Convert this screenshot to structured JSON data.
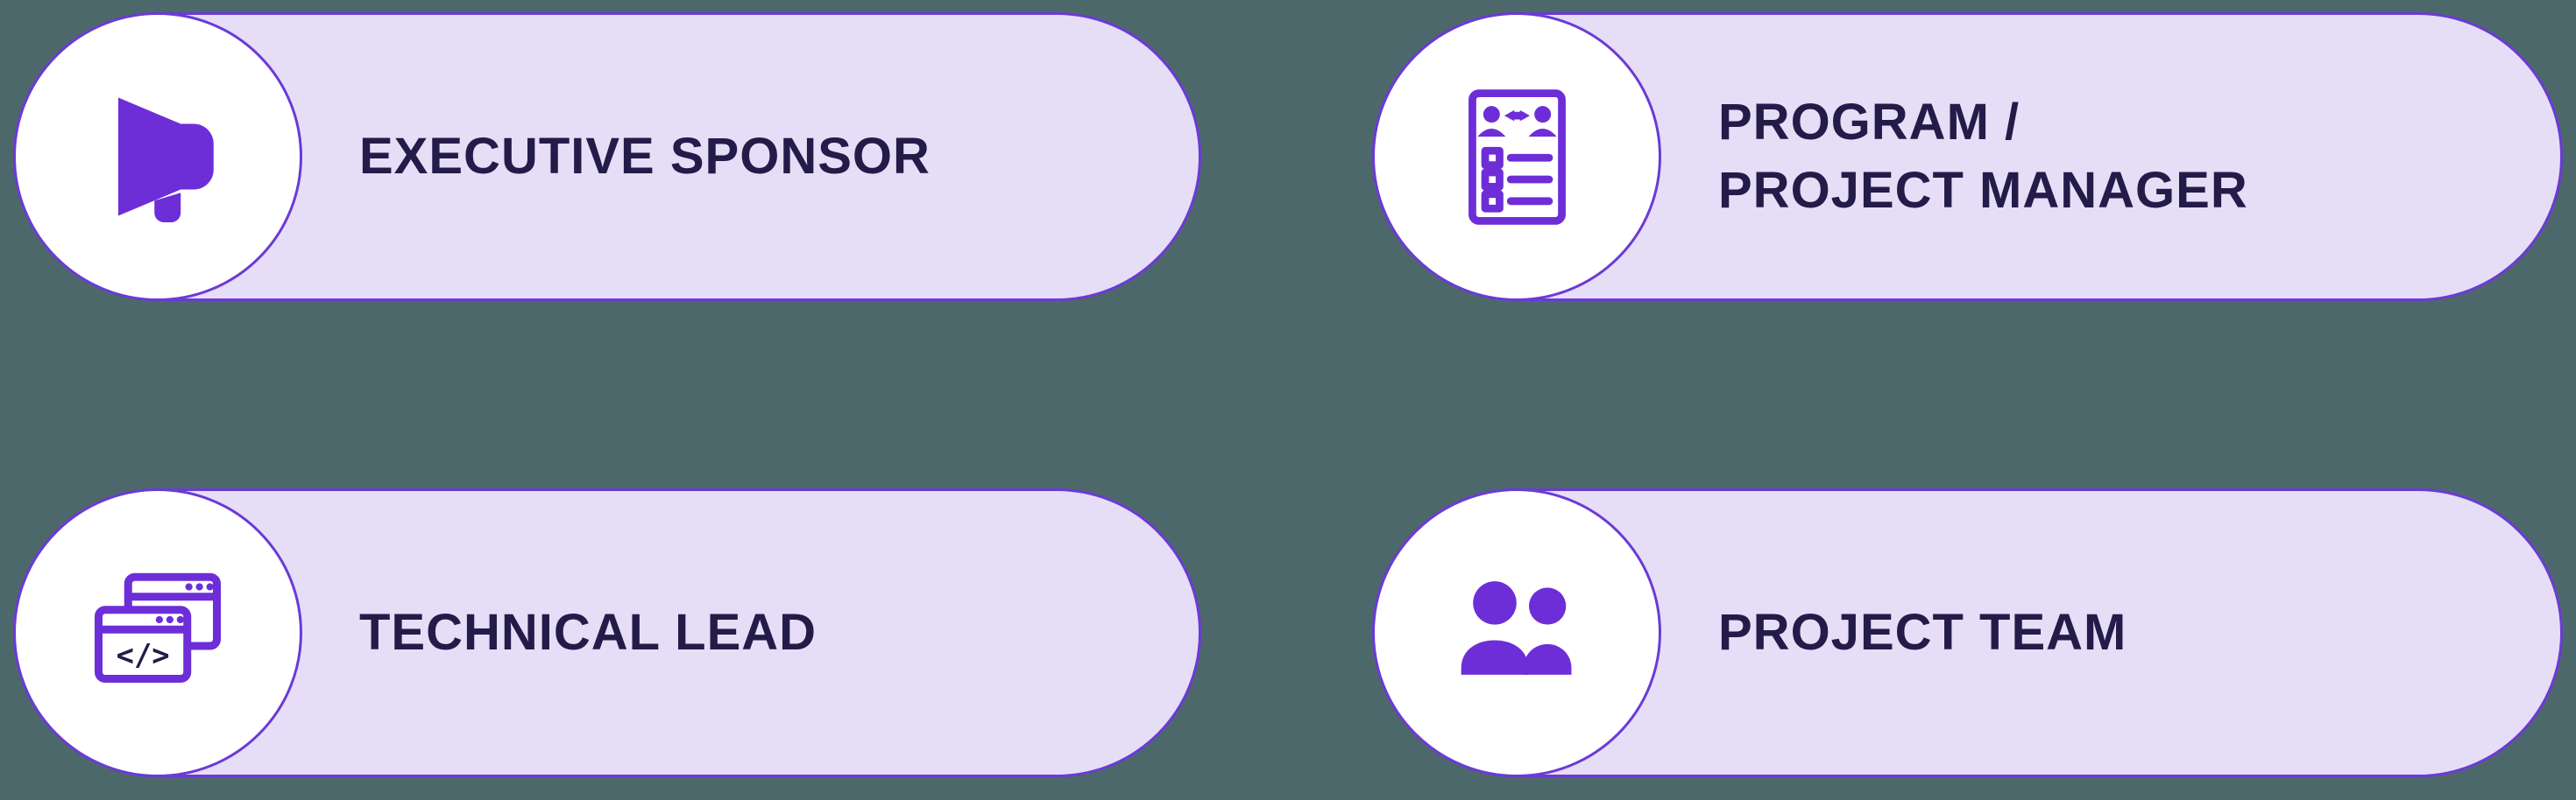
{
  "colors": {
    "background": "#4d686b",
    "card_fill": "#e5def6",
    "card_border": "#6b3ad6",
    "icon": "#6d2ed8",
    "text": "#231c49",
    "circle_fill": "#ffffff"
  },
  "icons": {
    "code_glyph": "</>"
  },
  "cards": [
    {
      "icon": "megaphone-icon",
      "lines": [
        "EXECUTIVE SPONSOR",
        ""
      ]
    },
    {
      "icon": "handover-checklist-icon",
      "lines": [
        "PROGRAM /",
        "PROJECT MANAGER"
      ]
    },
    {
      "icon": "code-windows-icon",
      "lines": [
        "TECHNICAL LEAD",
        ""
      ]
    },
    {
      "icon": "team-icon",
      "lines": [
        "PROJECT TEAM",
        ""
      ]
    }
  ]
}
